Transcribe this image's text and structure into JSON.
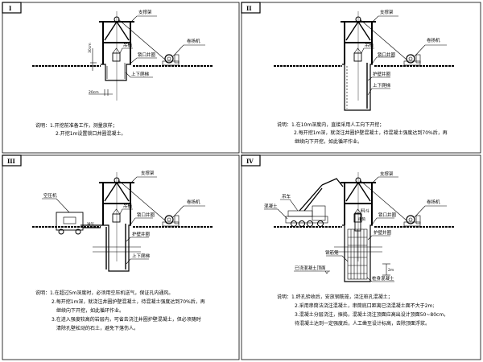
{
  "panels": [
    {
      "tag": "I",
      "labels": {
        "frame": "支撑架",
        "winch": "卷扬机",
        "bucket": "吊桶",
        "collar": "锁口井圈",
        "ladder": "上下爬梯",
        "dim_h": "30cm",
        "dim_w": "20cm"
      },
      "notes": [
        "说明：1.开挖前准备工作，测量放样；",
        "2.开挖1m设置锁口井圈混凝土。"
      ]
    },
    {
      "tag": "II",
      "labels": {
        "frame": "支撑架",
        "winch": "卷扬机",
        "bucket": "吊桶",
        "collar": "锁口井圈",
        "wall": "护壁井圈",
        "ladder": "上下爬梯"
      },
      "notes": [
        "说明：1.在10m深度内，直接采用人工向下开挖；",
        "2.每开挖1m深，就浇注井圈护壁混凝土，待混凝土强度达到70%后，再",
        "继续向下开挖，如此循环作业。"
      ]
    },
    {
      "tag": "III",
      "labels": {
        "compressor": "空压机",
        "air": "送气",
        "frame": "支撑架",
        "winch": "卷扬机",
        "bucket": "吊桶",
        "collar": "锁口井圈",
        "wall": "护壁井圈",
        "ladder": "上下爬梯"
      },
      "notes": [
        "说明：1.在超过5m深度时，必须用空压机送气，保证孔内通风。",
        "2.每开挖1m深，就浇注井圈护壁混凝土，待混凝土强度达到70%后，再",
        "继续向下开挖，如此循环作业。",
        "3.在进入强度较高的岩层内，可省去浇注井圈护壁混凝土，但必须随时",
        "清除孔壁松动的石土，避免下落伤人。"
      ]
    },
    {
      "tag": "IV",
      "labels": {
        "crane": "吊车",
        "concrete": "混凝土",
        "frame": "支撑架",
        "winch": "卷扬机",
        "hopper": "料斗",
        "tube": "串筒",
        "collar": "锁口井圈",
        "wall": "护壁井圈",
        "cage": "钢筋笼",
        "poured_top": "已浇混凝土顶面",
        "pile_concrete": "桩身混凝土",
        "dim": "2m"
      },
      "notes": [
        "说明：1.终孔验收后，安放钢筋笼，浇注桩孔混凝土；",
        "2.采用串筒法浇注混凝土，串筒底口距离已浇混凝土面不大于2m;",
        "3.混凝土分层浇注，振捣，混凝土浇注顶面应高出设计顶面50~80cm，",
        "待混凝土达到一定强度后，人工凿至设计标高，去除顶面浮浆。"
      ]
    }
  ]
}
